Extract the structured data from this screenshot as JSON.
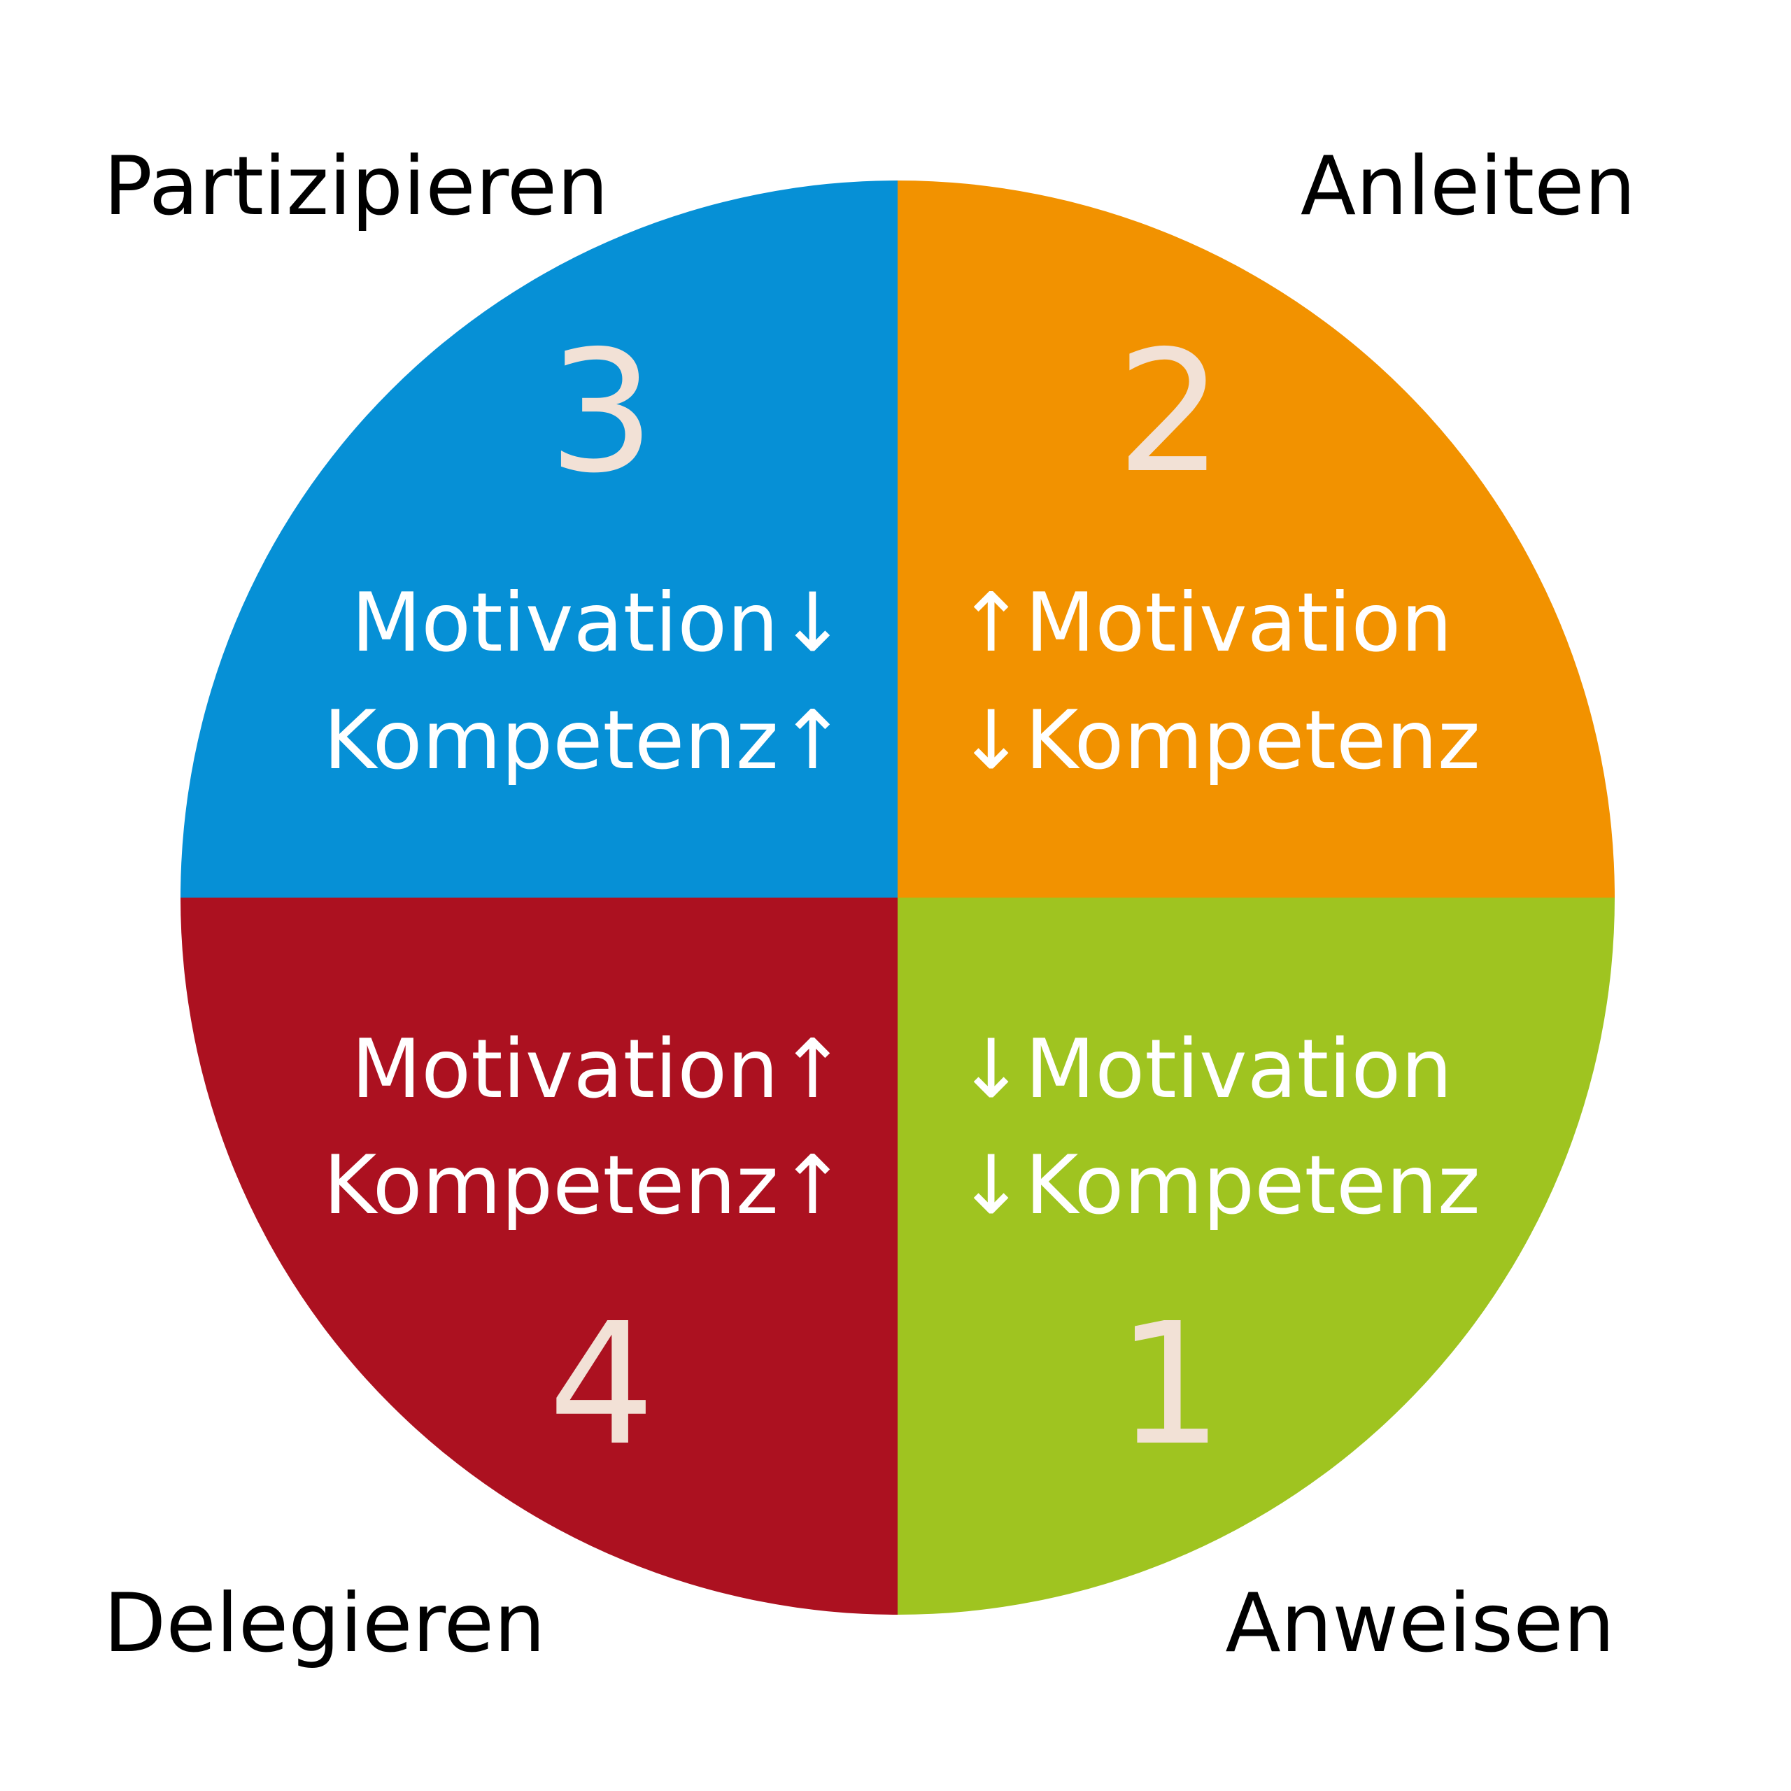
{
  "labels": {
    "top_left": "Partizipieren",
    "top_right": "Anleiten",
    "bottom_left": "Delegieren",
    "bottom_right": "Anweisen"
  },
  "quadrants": {
    "q3": {
      "number": "3",
      "color": "#0690d6",
      "line1": "Motivation↓",
      "line2": "Kompetenz↑"
    },
    "q2": {
      "number": "2",
      "color": "#f29200",
      "line1": "↑Motivation",
      "line2": "↓Kompetenz"
    },
    "q4": {
      "number": "4",
      "color": "#ac1120",
      "line1": "Motivation↑",
      "line2": "Kompetenz↑"
    },
    "q1": {
      "number": "1",
      "color": "#9fc420",
      "line1": "↓Motivation",
      "line2": "↓Kompetenz"
    }
  }
}
